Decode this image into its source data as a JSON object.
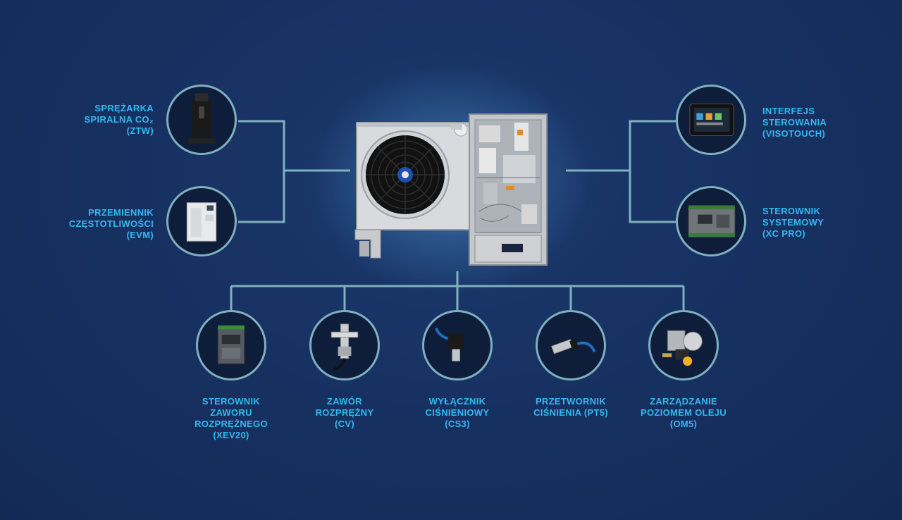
{
  "components": {
    "ztw": {
      "label": "SPRĘŻARKA\nSPIRALNA CO₂\n(ZTW)"
    },
    "evm": {
      "label": "PRZEMIENNIK\nCZĘSTOTLIWOŚCI\n(EVM)"
    },
    "visotouch": {
      "label": "INTERFEJS\nSTEROWANIA\n(VISOTOUCH)"
    },
    "xcpro": {
      "label": "STEROWNIK\nSYSTEMOWY\n(XC PRO)"
    },
    "xev20": {
      "label": "STEROWNIK\nZAWORU\nROZPRĘŻNEGO\n(XEV20)"
    },
    "cv": {
      "label": "ZAWÓR\nROZPRĘŻNY\n(CV)"
    },
    "cs3": {
      "label": "WYŁĄCZNIK\nCIŚNIENIOWY\n(CS3)"
    },
    "pt5": {
      "label": "PRZETWORNIK\nCIŚNIENIA (PT5)"
    },
    "om5": {
      "label": "ZARZĄDZANIE\nPOZIOMEM OLEJU\n(OM5)"
    }
  },
  "colors": {
    "label": "#35b8f0",
    "connector": "#7fb0bf",
    "background": "#173263"
  }
}
